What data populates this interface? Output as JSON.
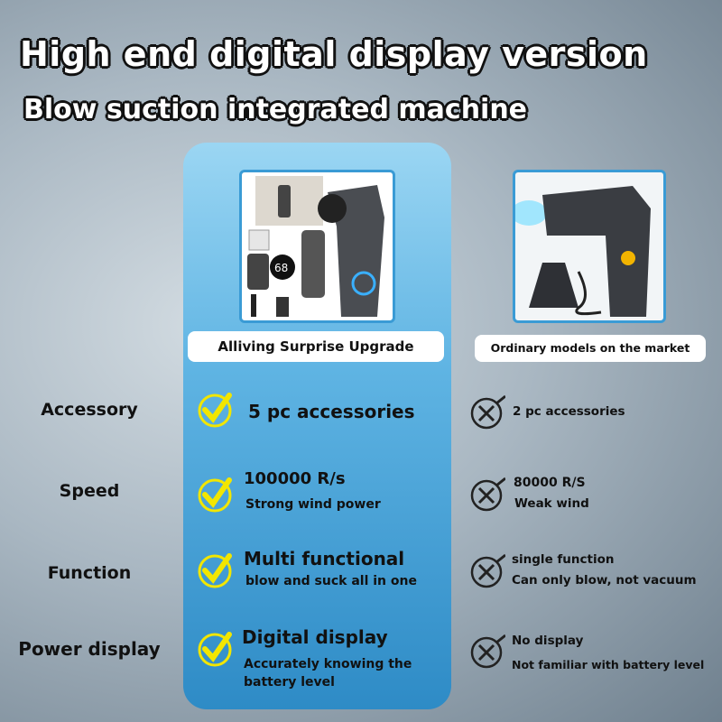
{
  "header": {
    "title": "High end digital display version",
    "subtitle": "Blow suction integrated machine"
  },
  "columns": {
    "ours": {
      "label": "Alliving Surprise Upgrade",
      "display_reading": "68"
    },
    "theirs": {
      "label": "Ordinary models on the market"
    }
  },
  "rows": [
    {
      "label": "Accessory",
      "ours": [
        "5 pc accessories"
      ],
      "theirs": [
        "2 pc accessories"
      ]
    },
    {
      "label": "Speed",
      "ours": [
        "100000 R/s",
        "Strong wind power"
      ],
      "theirs": [
        "80000 R/S",
        "Weak wind"
      ]
    },
    {
      "label": "Function",
      "ours": [
        "Multi functional",
        "blow and suck all in one"
      ],
      "theirs": [
        "single function",
        "Can only blow, not vacuum"
      ]
    },
    {
      "label": "Power display",
      "ours": [
        "Digital display",
        "Accurately knowing the battery level"
      ],
      "theirs": [
        "No display",
        "Not familiar with battery level"
      ]
    }
  ],
  "colors": {
    "check": "#f2e600",
    "card": "#4aa7dc"
  }
}
